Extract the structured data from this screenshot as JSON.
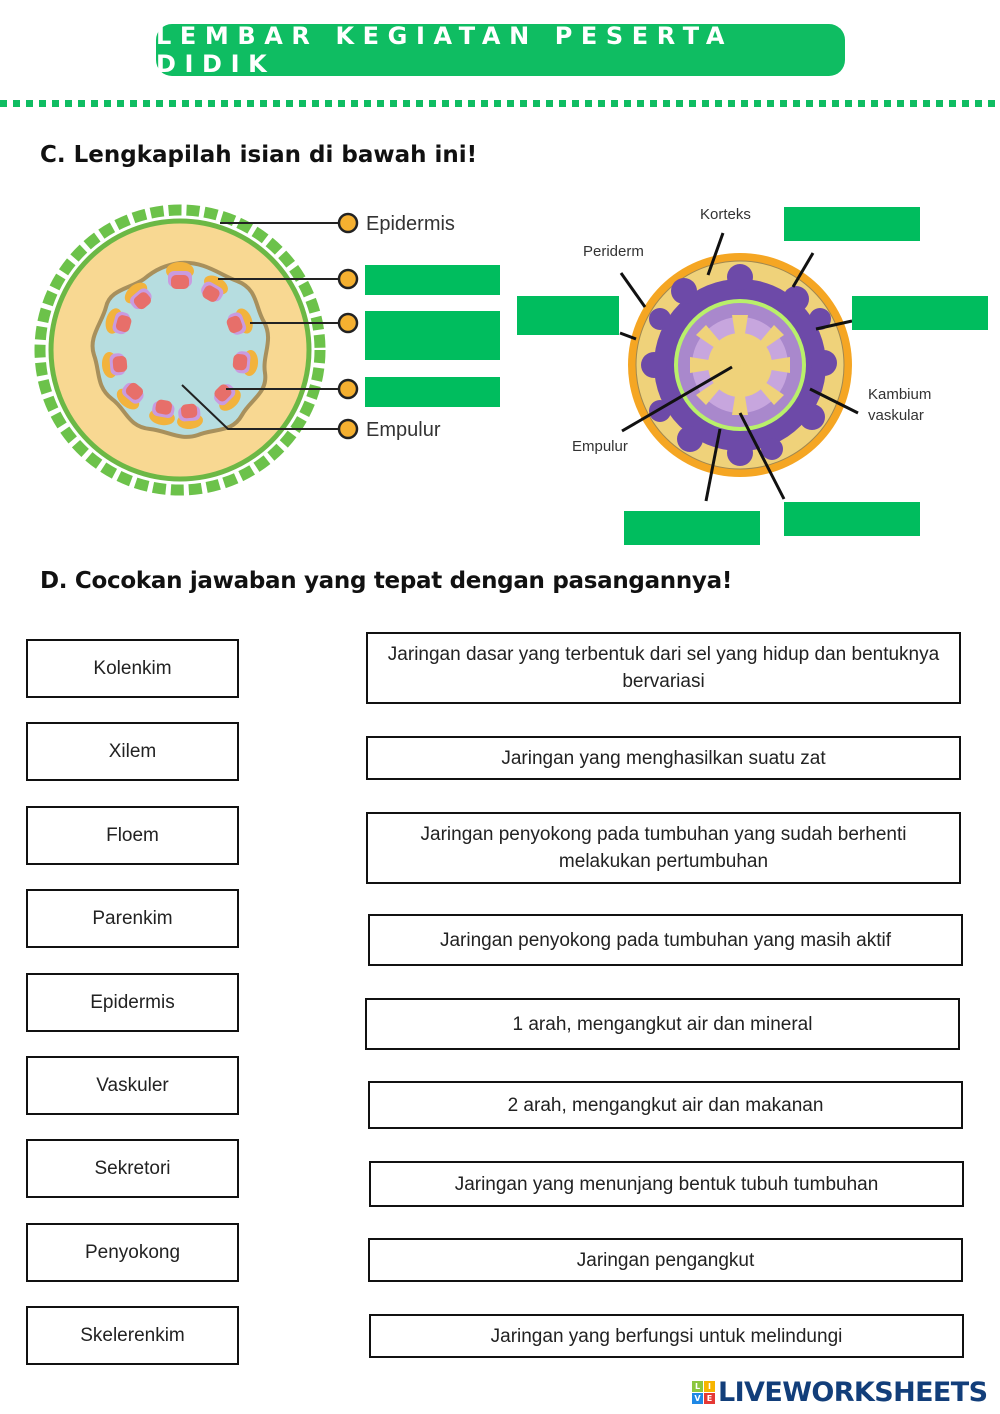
{
  "header": {
    "title": "LEMBAR KEGIATAN PESERTA DIDIK",
    "accent_color": "#0fbd62"
  },
  "section_c": {
    "title": "C. Lengkapilah isian di bawah ini!",
    "diagram_left": {
      "labels": {
        "epidermis": "Epidermis",
        "empulur": "Empulur"
      },
      "answer_boxes": 3
    },
    "diagram_right": {
      "labels": {
        "korteks": "Korteks",
        "periderm": "Periderm",
        "kambium_line1": "Kambium",
        "kambium_line2": "vaskular",
        "empulur": "Empulur"
      },
      "answer_boxes": 5
    }
  },
  "section_d": {
    "title": "D. Cocokan jawaban yang tepat dengan pasangannya!",
    "terms": [
      "Kolenkim",
      "Xilem",
      "Floem",
      "Parenkim",
      "Epidermis",
      "Vaskuler",
      "Sekretori",
      "Penyokong",
      "Skelerenkim"
    ],
    "descriptions": [
      "Jaringan dasar yang terbentuk dari sel yang hidup dan bentuknya bervariasi",
      "Jaringan yang menghasilkan suatu zat",
      "Jaringan penyokong pada tumbuhan yang sudah berhenti melakukan pertumbuhan",
      "Jaringan penyokong pada tumbuhan yang masih aktif",
      "1 arah, mengangkut air dan mineral",
      "2 arah, mengangkut air dan makanan",
      "Jaringan yang menunjang bentuk tubuh tumbuhan",
      "Jaringan pengangkut",
      "Jaringan yang berfungsi untuk melindungi"
    ]
  },
  "footer": {
    "logo_tiles": [
      "L",
      "I",
      "V",
      "E"
    ],
    "logo_text": "LIVEWORKSHEETS"
  }
}
